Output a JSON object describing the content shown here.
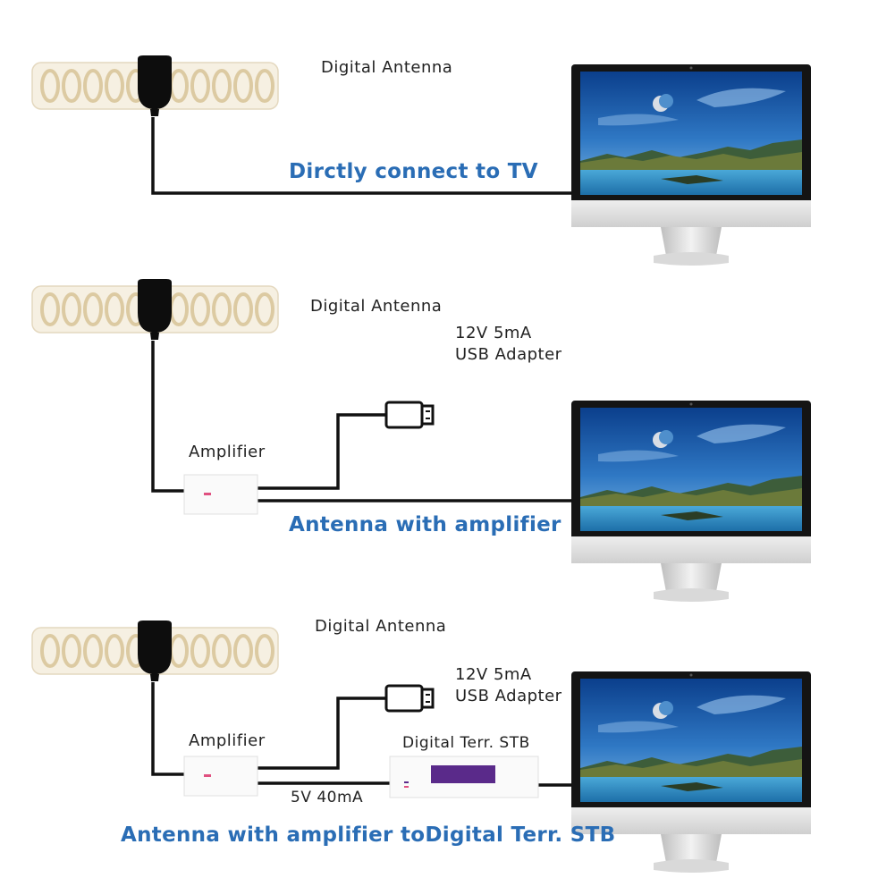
{
  "panels": [
    {
      "antenna_label": "Digital Antenna",
      "caption": "Dirctly connect to TV"
    },
    {
      "antenna_label": "Digital Antenna",
      "adapter_line1": "12V 5mA",
      "adapter_line2": "USB Adapter",
      "amplifier_label": "Amplifier",
      "caption": "Antenna with amplifier"
    },
    {
      "antenna_label": "Digital Antenna",
      "adapter_line1": "12V 5mA",
      "adapter_line2": "USB Adapter",
      "amplifier_label": "Amplifier",
      "stb_label": "Digital Terr. STB",
      "power_label": "5V 40mA",
      "caption": "Antenna with amplifier toDigital Terr. STB"
    }
  ],
  "colors": {
    "caption": "#2a6db5",
    "cable": "#111111",
    "antenna": "#f3ead6",
    "stb_display": "#5a2a8a"
  },
  "icons": [
    "antenna-icon",
    "usb-plug-icon",
    "amplifier-icon",
    "stb-icon",
    "monitor-icon"
  ]
}
